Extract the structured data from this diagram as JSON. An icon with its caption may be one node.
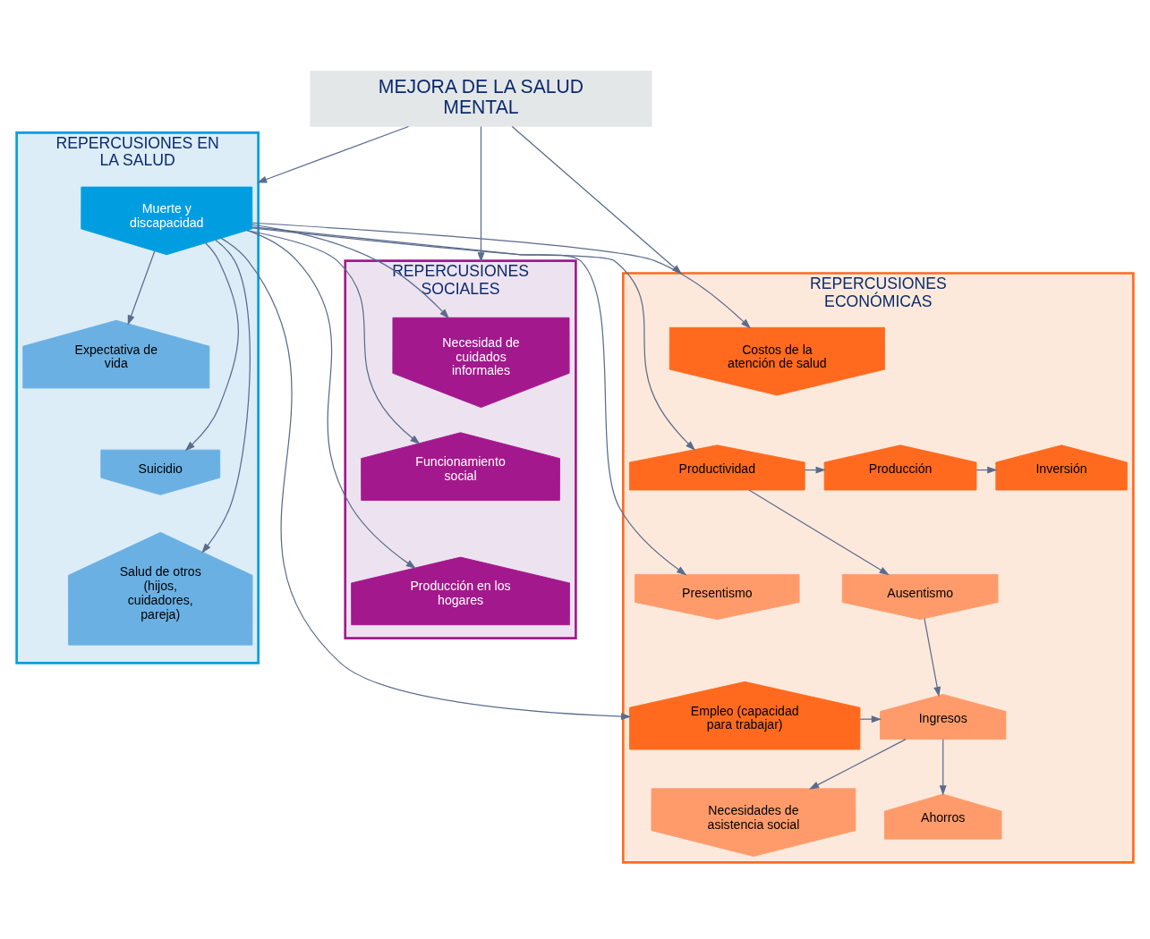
{
  "diagram": {
    "nodes": [
      {
        "text": [
          "MEJORA DE LA SALUD MENTAL"
        ]
      },
      {
        "text": [
          "REPERCUSIONES EN LA SALUD"
        ]
      },
      {
        "text": [
          "REPERCUSIONES SOCIALES"
        ]
      },
      {
        "text": [
          "REPERCUSIONES ECONÓMICAS"
        ]
      },
      {
        "text": [
          "Muerte y discapacidad"
        ],
        "in": 1
      },
      {
        "text": [
          "Expectativa de vida"
        ],
        "in": 1
      },
      {
        "text": [
          "Suicidio"
        ],
        "in": 1
      },
      {
        "text": [
          "Salud de otros (hijos, cuidadores, pareja)"
        ],
        "in": 1
      },
      {
        "text": [
          "Necesidad de cuidados informales"
        ],
        "in": 2
      },
      {
        "text": [
          "Funcionamiento social"
        ],
        "in": 2
      },
      {
        "text": [
          "Producción en los hogares"
        ],
        "in": 2
      },
      {
        "text": [
          "Costos de la atención de salud"
        ],
        "in": 3
      },
      {
        "text": [
          "Productividad"
        ],
        "in": 3
      },
      {
        "text": [
          "Producción"
        ],
        "in": 3
      },
      {
        "text": [
          "Inversión"
        ],
        "in": 3
      },
      {
        "text": [
          "Presentismo"
        ],
        "in": 3
      },
      {
        "text": [
          "Ausentismo"
        ],
        "in": 3
      },
      {
        "text": [
          "Empleo (capacidad para trabajar)"
        ],
        "in": 3
      },
      {
        "text": [
          "Ingresos"
        ],
        "in": 3
      },
      {
        "text": [
          "Necesidades de asistencia social"
        ],
        "in": 3
      },
      {
        "text": [
          "Ahorros"
        ],
        "in": 3
      }
    ],
    "edges": [
      {
        "from": 0,
        "to": 1,
        "arrow": "to"
      },
      {
        "from": 0,
        "to": 2,
        "arrow": "to"
      },
      {
        "from": 0,
        "to": 3,
        "arrow": "to"
      },
      {
        "from": 4,
        "to": 5,
        "arrow": "to"
      },
      {
        "from": 4,
        "to": 6,
        "arrow": "to"
      },
      {
        "from": 4,
        "to": 7,
        "arrow": "to"
      },
      {
        "from": 4,
        "to": 8,
        "arrow": "to"
      },
      {
        "from": 4,
        "to": 9,
        "arrow": "to"
      },
      {
        "from": 4,
        "to": 10,
        "arrow": "to"
      },
      {
        "from": 4,
        "to": 11,
        "arrow": "to"
      },
      {
        "from": 4,
        "to": 12,
        "arrow": "to"
      },
      {
        "from": 4,
        "to": 15,
        "arrow": "to"
      },
      {
        "from": 4,
        "to": 17,
        "arrow": "to"
      },
      {
        "from": 12,
        "to": 13,
        "arrow": "to"
      },
      {
        "from": 13,
        "to": 14,
        "arrow": "to"
      },
      {
        "from": 12,
        "to": 16,
        "arrow": "to"
      },
      {
        "from": 16,
        "to": 18,
        "arrow": "to"
      },
      {
        "from": 17,
        "to": 18,
        "arrow": "to"
      },
      {
        "from": 18,
        "to": 19,
        "arrow": "to"
      },
      {
        "from": 18,
        "to": 20,
        "arrow": "to"
      }
    ]
  }
}
